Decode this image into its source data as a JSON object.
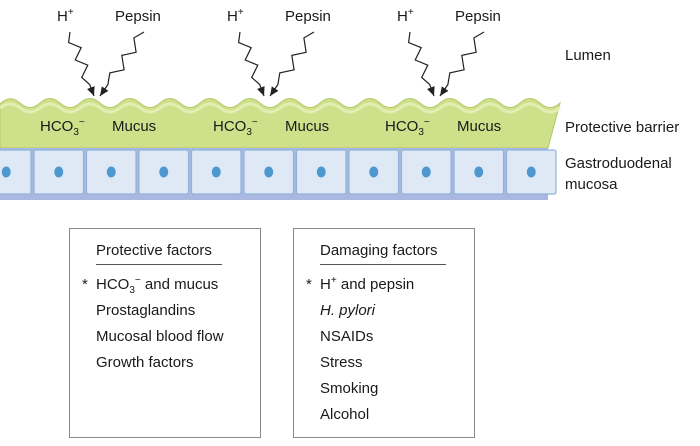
{
  "agents": {
    "acid": "H",
    "acid_charge": "+",
    "enzyme": "Pepsin"
  },
  "barrier": {
    "bicarbonate": "HCO",
    "bicarbonate_sub": "3",
    "bicarbonate_charge": "−",
    "mucus": "Mucus"
  },
  "side_labels": {
    "lumen": "Lumen",
    "protective_barrier": "Protective barrier",
    "mucosa_line1": "Gastroduodenal",
    "mucosa_line2": "mucosa"
  },
  "protective_box": {
    "title": "Protective factors",
    "star": "*",
    "first_item": {
      "prefix": "HCO",
      "sub": "3",
      "sup": "−",
      "rest": " and mucus"
    },
    "items": [
      "Prostaglandins",
      "Mucosal blood flow",
      "Growth factors"
    ]
  },
  "damaging_box": {
    "title": "Damaging factors",
    "star": "*",
    "first_item": {
      "prefix": "H",
      "sup": "+",
      "rest": " and pepsin"
    },
    "items": [
      "H. pylori",
      "NSAIDs",
      "Stress",
      "Smoking",
      "Alcohol"
    ]
  },
  "colors": {
    "barrier_fill": "#cfe08a",
    "barrier_light": "#e4eeb4",
    "cell_fill": "#dfe9f6",
    "cell_border": "#8fb3da",
    "nucleus": "#4f97cf",
    "mucosa_base": "#a9b8e0"
  }
}
